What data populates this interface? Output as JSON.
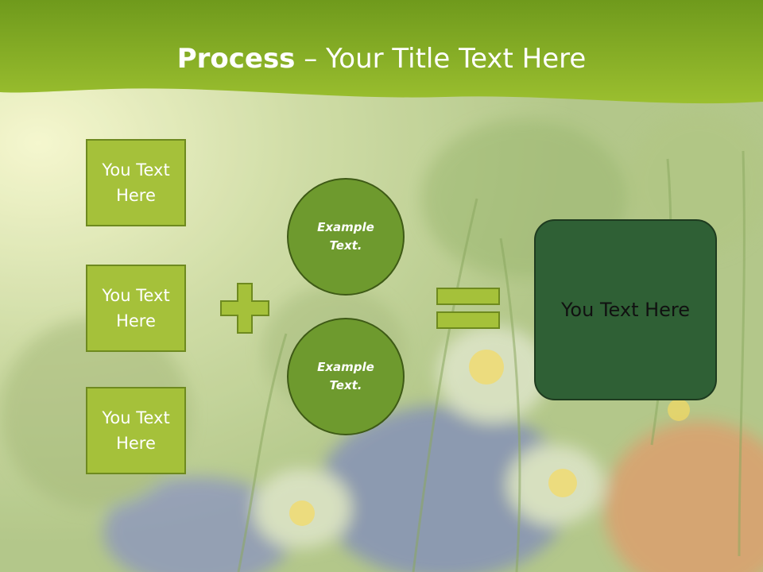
{
  "slide": {
    "title_bold": "Process",
    "title_rest": " – Your Title Text Here",
    "left_boxes": [
      "You Text Here",
      "You Text Here",
      "You Text Here"
    ],
    "circles": [
      "Example Text.",
      "Example Text."
    ],
    "result_box": "You Text Here"
  },
  "icons": {
    "plus": "plus-icon",
    "equals": "equals-icon"
  },
  "colors": {
    "header_green": "#8db42b",
    "box_green": "#a5c13a",
    "circle_green": "#6e9a2e",
    "result_green": "#2f6035"
  }
}
